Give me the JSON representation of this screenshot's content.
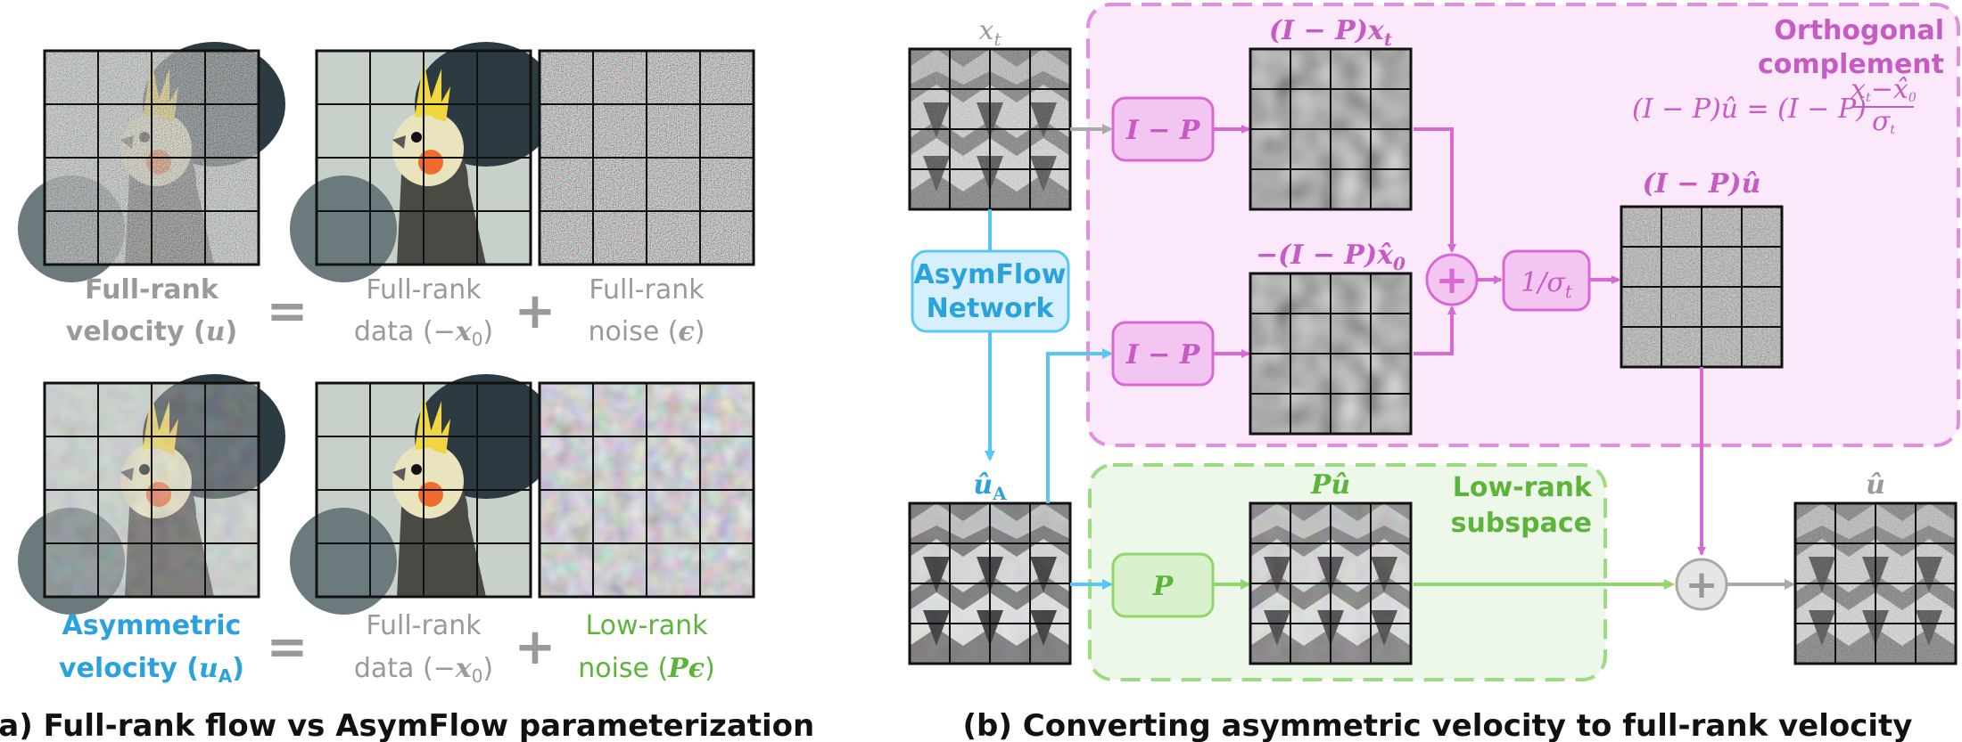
{
  "panel_a": {
    "caption": "(a) Full-rank flow vs AsymFlow parameterization",
    "row1": {
      "left_line1": "Full-rank",
      "left_line2": "velocity (",
      "left_sym": "u",
      "left_close": ")",
      "mid_line1": "Full-rank",
      "mid_line2": "data (−",
      "mid_sym": "x",
      "mid_sub": "0",
      "mid_close": ")",
      "right_line1": "Full-rank",
      "right_line2": "noise (",
      "right_sym": "ϵ",
      "right_close": ")",
      "equals": "=",
      "plus": "+"
    },
    "row2": {
      "left_line1": "Asymmetric",
      "left_line2": "velocity (",
      "left_sym": "u",
      "left_sub": "A",
      "left_close": ")",
      "mid_line1": "Full-rank",
      "mid_line2": "data (−",
      "mid_sym": "x",
      "mid_sub": "0",
      "mid_close": ")",
      "right_line1": "Low-rank",
      "right_line2": "noise (",
      "right_sym": "Pϵ",
      "right_close": ")",
      "equals": "=",
      "plus": "+"
    }
  },
  "panel_b": {
    "caption": "(b) Converting asymmetric velocity to full-rank velocity",
    "xt_label": "x",
    "xt_sub": "t",
    "network_line1": "AsymFlow",
    "network_line2": "Network",
    "ua_label": "û",
    "ua_sub": "A",
    "op_ip_1": "I − P",
    "op_ip_2": "I − P",
    "op_p": "P",
    "op_inv_sigma": "1/σ",
    "op_inv_sigma_sub": "t",
    "sum_symbol": "+",
    "ipxt_label": "(I − P)x",
    "ipxt_sub": "t",
    "ipx0_label": "−(I − P)x̂",
    "ipx0_sub": "0",
    "ipu_label": "(I − P)û",
    "pu_label": "Pû",
    "u_out_label": "û",
    "orth_line1": "Orthogonal",
    "orth_line2": "complement",
    "orth_eq_lhs": "(I − P)û = (I − P)",
    "orth_eq_num": "x",
    "orth_eq_num_sub": "t",
    "orth_eq_num_rest": "−x̂",
    "orth_eq_num_sub2": "0",
    "orth_eq_den": "σ",
    "orth_eq_den_sub": "t",
    "low_line1": "Low-rank",
    "low_line2": "subspace"
  },
  "colors": {
    "gray": "#9a9a9a",
    "blue": "#2aa3dc",
    "green": "#5cb53a",
    "pink": "#c65bc3",
    "pink_fill": "#fbe9fb",
    "green_fill": "#eef8ea",
    "blue_fill": "#d5f0fc"
  }
}
